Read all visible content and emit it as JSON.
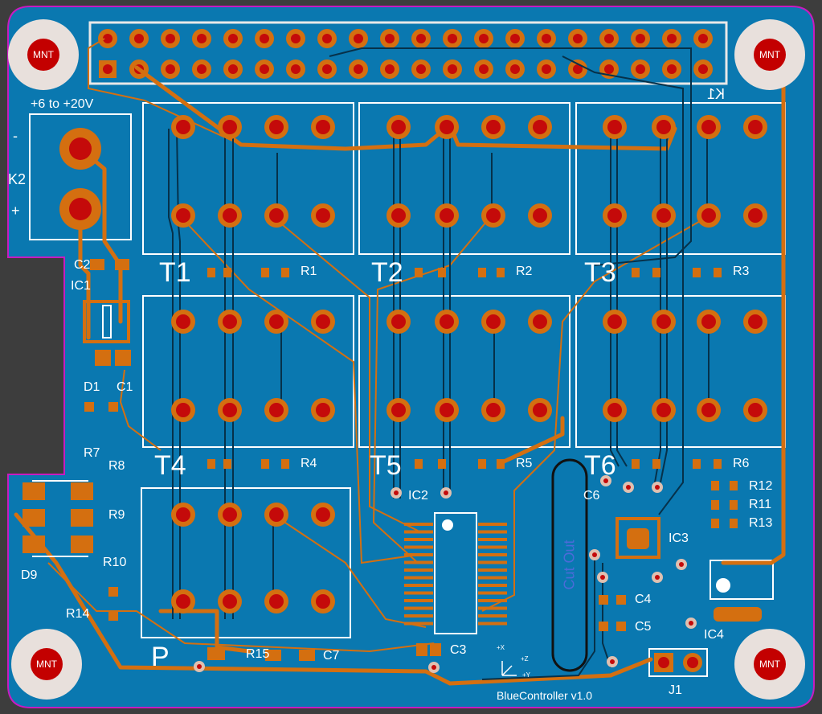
{
  "board": {
    "title": "BlueController v1.0",
    "colors": {
      "board": "#0a78b0",
      "copper": "#d46f10",
      "silk": "#ffffff",
      "pad": "#c40a0a",
      "background": "#3d3d3d"
    }
  },
  "mount_holes": {
    "label": "MNT"
  },
  "power": {
    "voltage": "+6 to +20V",
    "minus": "-",
    "plus": "+"
  },
  "connectors": {
    "k1": "K1",
    "k2": "K2",
    "j1": "J1"
  },
  "terminals": [
    "T1",
    "T2",
    "T3",
    "T4",
    "T5",
    "T6",
    "P"
  ],
  "cutout": "Cut Out",
  "parts": {
    "c2": "C2",
    "ic1": "IC1",
    "d1": "D1",
    "c1": "C1",
    "r7": "R7",
    "r8": "R8",
    "r9": "R9",
    "r10": "R10",
    "d9": "D9",
    "r14": "R14",
    "r1": "R1",
    "r2": "R2",
    "r3": "R3",
    "r4": "R4",
    "r5": "R5",
    "r6": "R6",
    "ic2": "IC2",
    "c6": "C6",
    "ic3": "IC3",
    "r12": "R12",
    "r11": "R11",
    "r13": "R13",
    "c4": "C4",
    "c5": "C5",
    "ic4": "IC4",
    "r15": "R15",
    "c7": "C7",
    "c3": "C3"
  },
  "axis_marks": {
    "x": "+X",
    "z": "+Z",
    "y": "+Y"
  }
}
